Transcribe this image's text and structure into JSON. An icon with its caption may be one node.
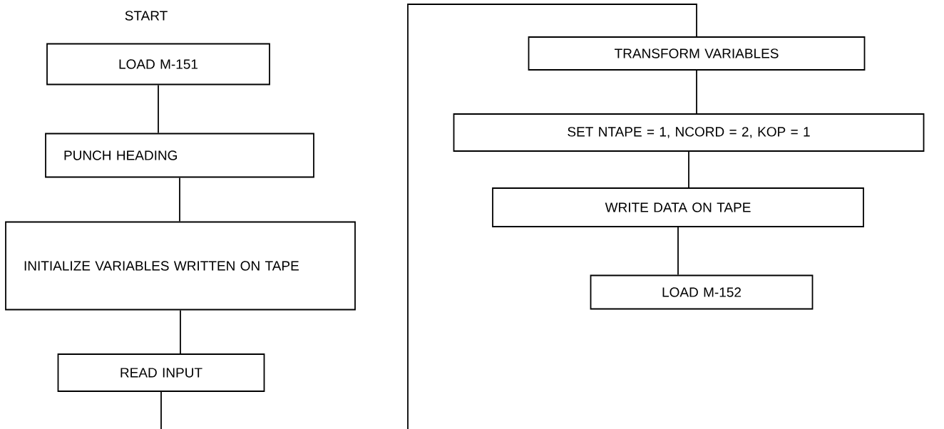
{
  "diagram": {
    "nodes": [
      {
        "text": [
          "LOAD M-151"
        ]
      },
      {
        "text": [
          "PUNCH HEADING"
        ]
      },
      {
        "text": [
          "INITIALIZE VARIABLES WRITTEN ON TAPE"
        ]
      },
      {
        "text": [
          "READ INPUT"
        ]
      },
      {
        "text": [
          "TRANSFORM VARIABLES"
        ]
      },
      {
        "text": [
          "SET NTAPE = 1, NCORD = 2, KOP = 1"
        ]
      },
      {
        "text": [
          "WRITE DATA ON TAPE"
        ]
      },
      {
        "text": [
          "LOAD M-152"
        ]
      }
    ],
    "edges": [
      {
        "from": 0,
        "to": 1,
        "arrow": "none"
      },
      {
        "from": 1,
        "to": 2,
        "arrow": "none"
      },
      {
        "from": 2,
        "to": 3,
        "arrow": "none"
      },
      {
        "from": 3,
        "to": null,
        "arrow": "none"
      },
      {
        "from": null,
        "to": 4,
        "arrow": "none"
      },
      {
        "from": 4,
        "to": 5,
        "arrow": "none"
      },
      {
        "from": 5,
        "to": 6,
        "arrow": "none"
      },
      {
        "from": 6,
        "to": 7,
        "arrow": "none"
      }
    ],
    "labels": [
      "START"
    ]
  }
}
